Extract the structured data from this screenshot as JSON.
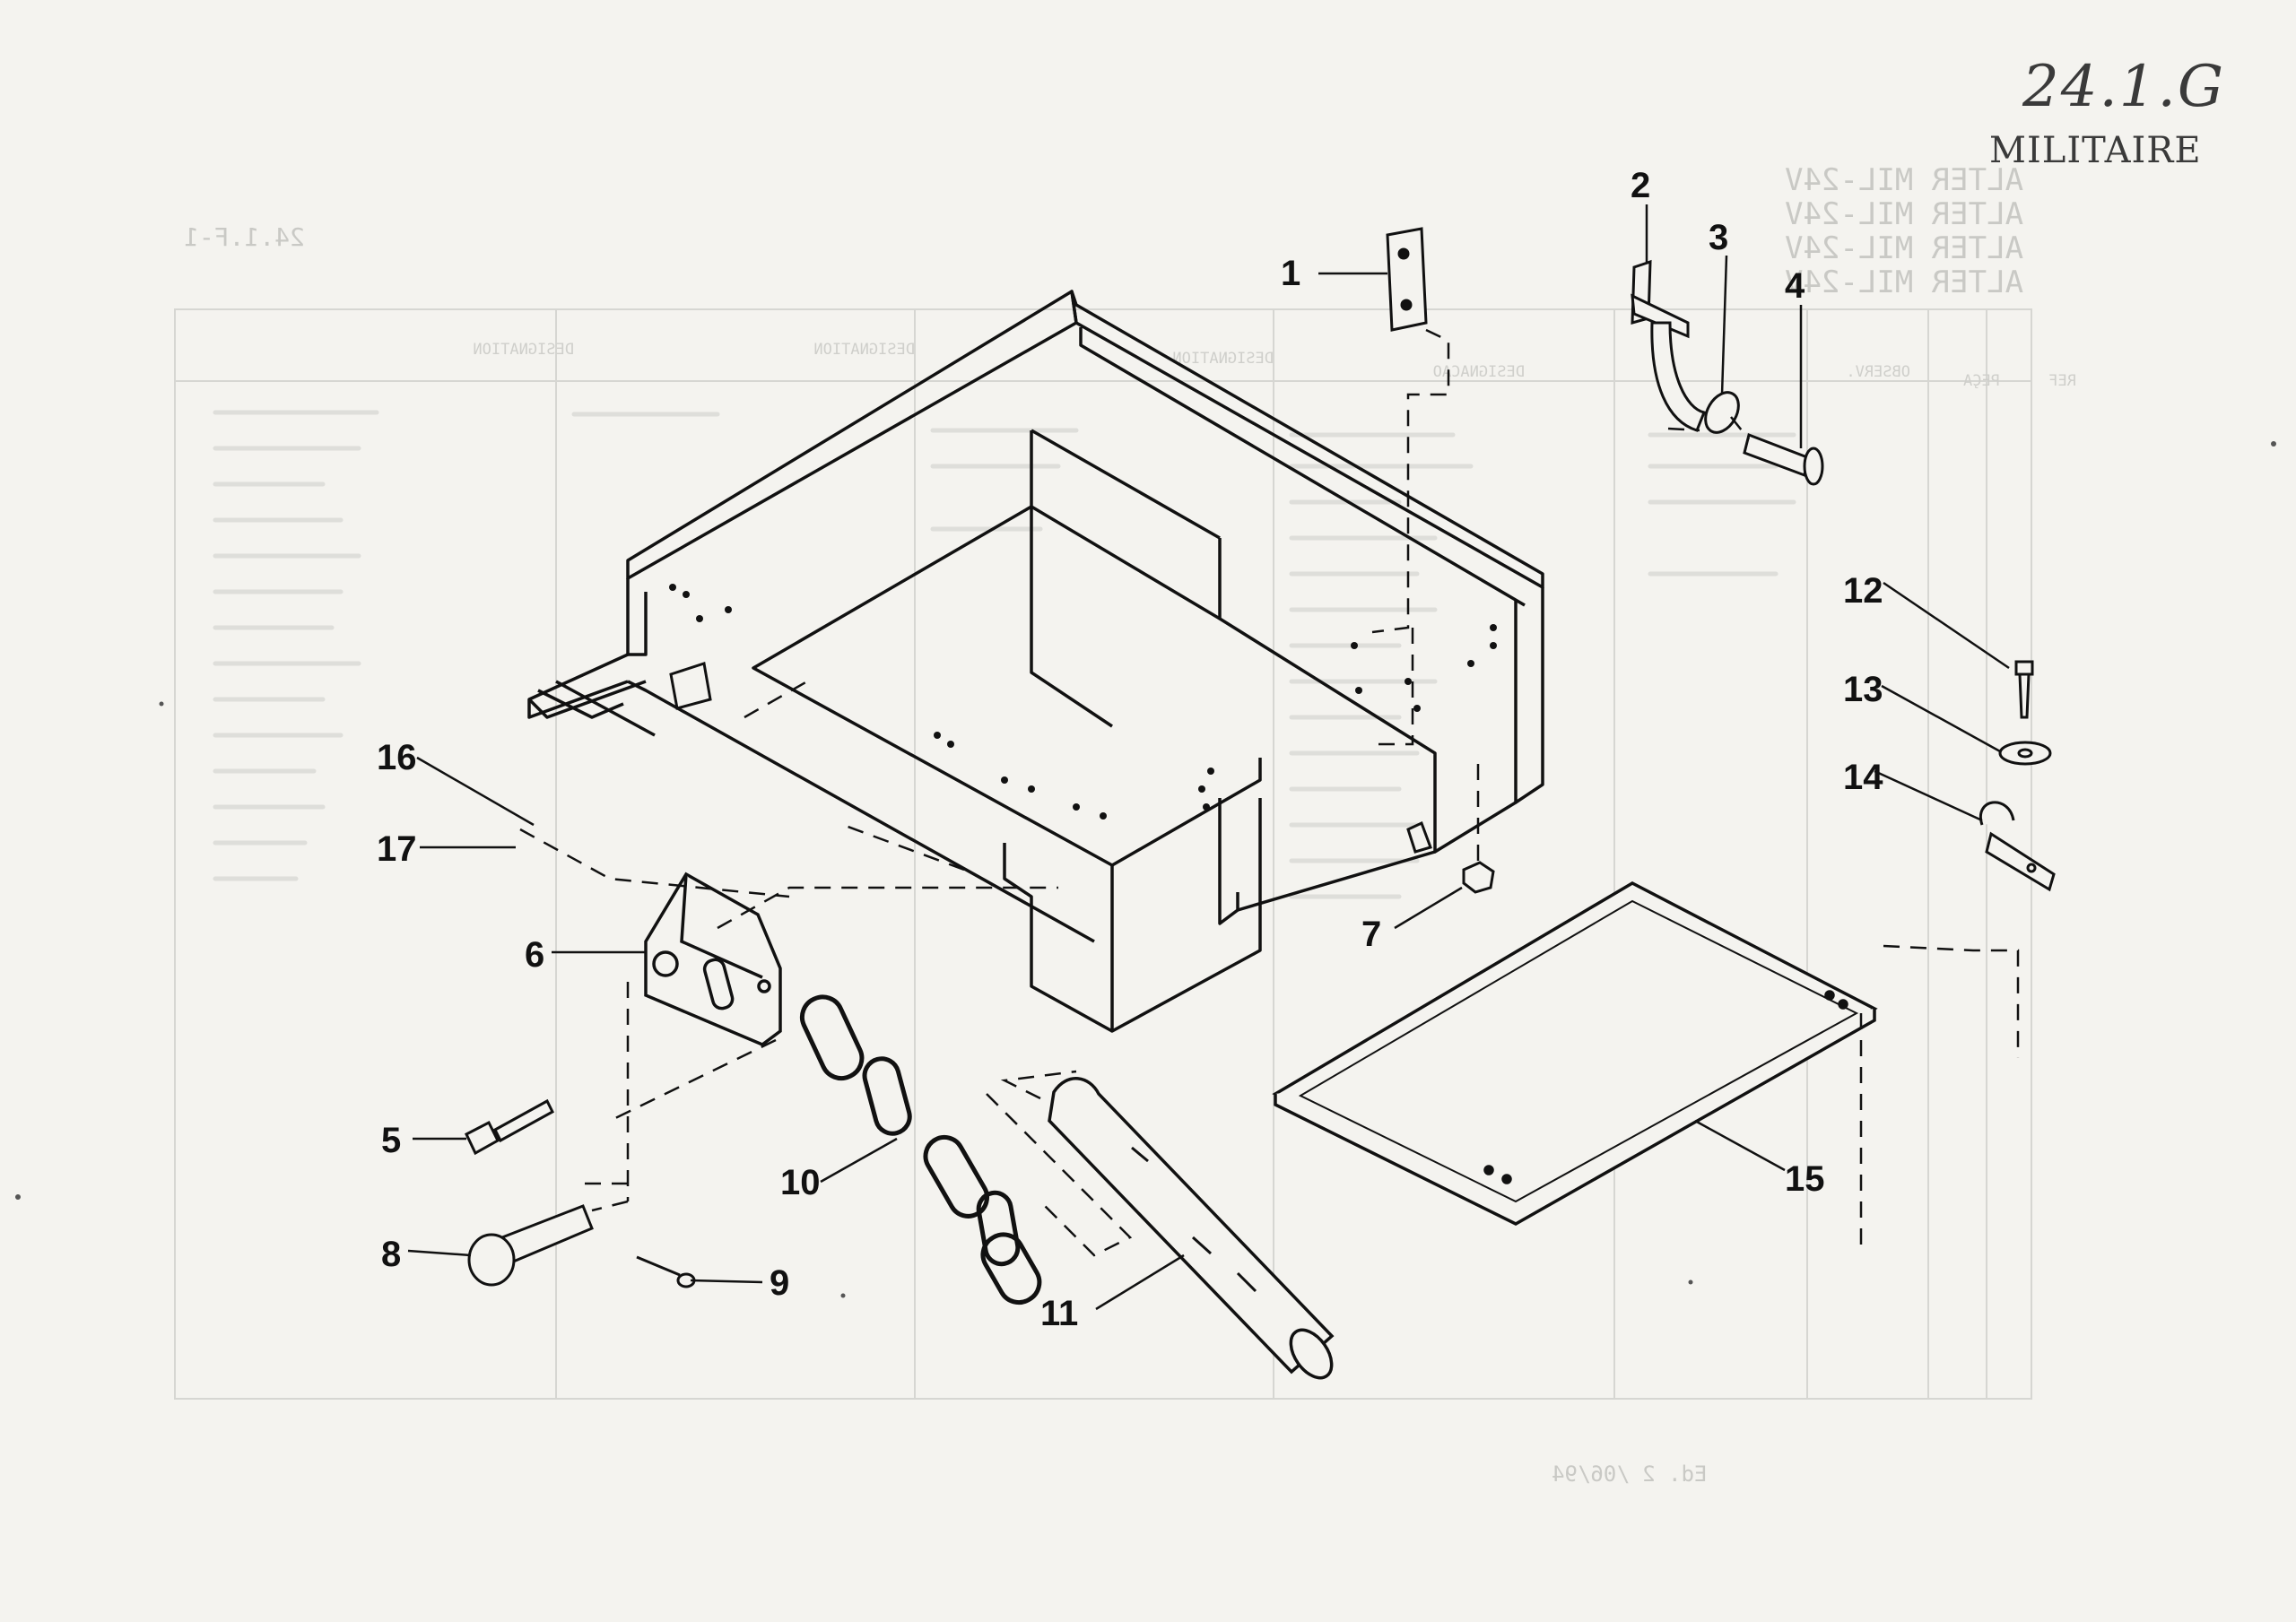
{
  "page": {
    "reference": "24.1.G",
    "subtitle": "MILITAIRE"
  },
  "ghost_text": {
    "alter_codes": [
      "ALTER MIL-24V",
      "ALTER MIL-24V",
      "ALTER MIL-24V",
      "ALTER MIL-24V"
    ],
    "mirror_reference": "24.1.F-1",
    "footer": "Ed. 2 /06/94",
    "column_headers": [
      "DESIGNATION",
      "DESIGNATION",
      "DESIGNATION",
      "DESIGNACAO",
      "OBSERV.",
      "PEÇA",
      "REF"
    ]
  },
  "callouts": [
    "1",
    "2",
    "3",
    "4",
    "5",
    "6",
    "7",
    "8",
    "9",
    "10",
    "11",
    "12",
    "13",
    "14",
    "15",
    "16",
    "17"
  ],
  "colors": {
    "paper": "#f4f3ef",
    "ink": "#111111",
    "ghost": "#c9c9c5"
  }
}
